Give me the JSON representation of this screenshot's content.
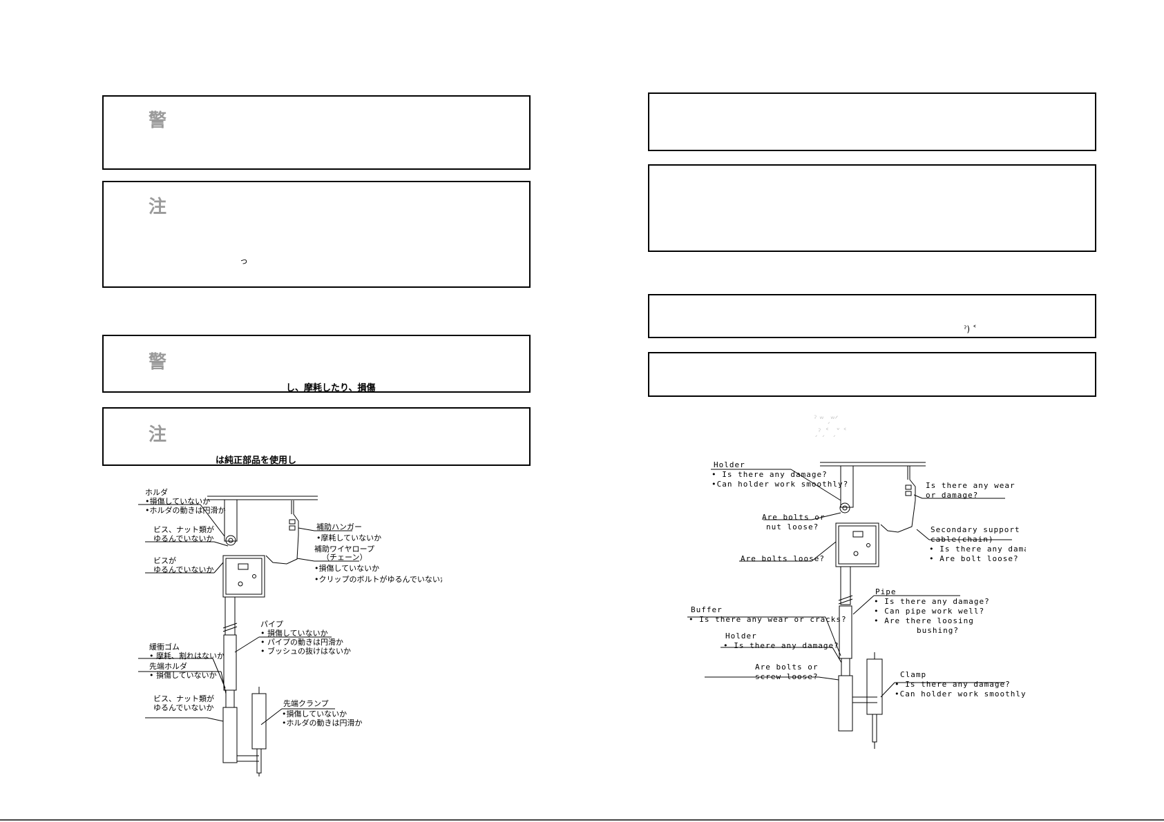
{
  "left_page": {
    "box1": {
      "kanji": "警"
    },
    "box2": {
      "kanji": "注",
      "fragment": "っ"
    },
    "box3": {
      "kanji": "警",
      "fragment": "し、摩耗したり、損傷"
    },
    "box4": {
      "kanji": "注",
      "fragment": "は純正部品を使用し"
    },
    "diagram_labels": {
      "holder_title": "ホルダ",
      "holder_b1": "•損傷していないか",
      "holder_b2": "•ホルダの動きは円滑か",
      "bolts_nut_1": "ビス、ナット類が",
      "bolts_nut_2": "ゆるんでいないか",
      "bolts_1": "ビスが",
      "bolts_2": "ゆるんでいないか",
      "hanger_title": "補助ハンガー",
      "hanger_b1": "•摩耗していないか",
      "wire_title_1": "補助ワイヤロープ",
      "wire_title_2": "（チェーン）",
      "wire_b1": "•損傷していないか",
      "wire_b2": "•クリップのボルトがゆるんでいないか",
      "pipe_title": "パイプ",
      "pipe_b1": "• 損傷していないか",
      "pipe_b2": "• パイプの動きは円滑か",
      "pipe_b3": "• ブッシュの抜けはないか",
      "buffer_title": "緩衝ゴム",
      "buffer_b1": "• 摩耗、割れはないか",
      "tip_holder_title": "先端ホルダ",
      "tip_holder_b1": "• 損傷していないか",
      "bolts_nut2_1": "ビス、ナット類が",
      "bolts_nut2_2": "ゆるんでいないか",
      "clamp_title": "先端クランプ",
      "clamp_b1": "•損傷していないか",
      "clamp_b2": "•ホルダの動きは円滑か"
    }
  },
  "right_page": {
    "box3_fragment": "ˀ) ˂",
    "faint_1": "ˀ  ʷ    ˏʷᐟ",
    "faint_2": "ˏˀˏ˂  ˏ˅ ˂",
    "diagram_labels": {
      "holder_title": "Holder",
      "holder_b1": "• Is there any damage?",
      "holder_b2": "•Can holder work smoothly?",
      "bolts_nut_1": "Are bolts or",
      "bolts_nut_2": "nut loose?",
      "bolts": "Are bolts loose?",
      "wear_1": "Is there any wear",
      "wear_2": "or damage?",
      "cable_1": "Secondary support",
      "cable_2": "cable(chain)",
      "cable_b1": "• Is there any damage?",
      "cable_b2": "• Are bolt loose?",
      "pipe_title": "Pipe",
      "pipe_b1": "• Is there any damage?",
      "pipe_b2": "• Can pipe work well?",
      "pipe_b3": "• Are there loosing",
      "pipe_b4": "bushing?",
      "buffer_title": "Buffer",
      "buffer_b1": "• Is there any wear or cracks?",
      "holder2_title": "Holder",
      "holder2_b1": "• Is there any damage?",
      "screw_1": "Are bolts or",
      "screw_2": "screw loose?",
      "clamp_title": "Clamp",
      "clamp_b1": "• Is there any damage?",
      "clamp_b2": "•Can holder work smoothly?"
    }
  }
}
